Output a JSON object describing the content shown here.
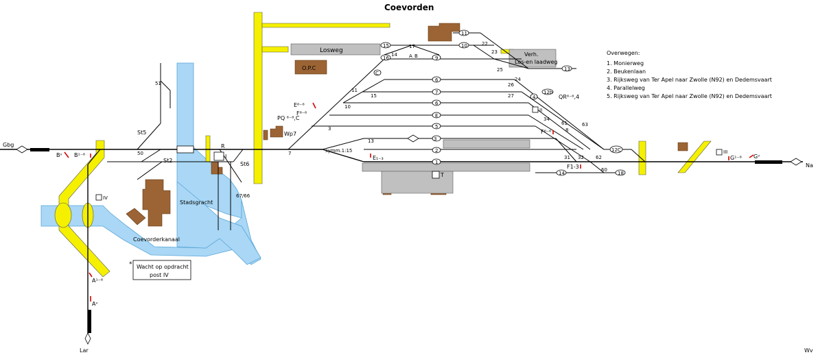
{
  "title": "Coevorden",
  "legend": {
    "heading": "Overwegen:",
    "items": [
      "1. Monierweg",
      "2. Beukenlaan",
      "3. Rijksweg van Ter Apel naar Zwolle (N92) en Dedemsvaart",
      "4. Parallelweg",
      "5. Rijksweg van Ter Apel naar Zwolle (N92) en Dedemsvaart"
    ]
  },
  "note": {
    "star": "*",
    "line1": "Wacht op opdracht",
    "line2": "post IV"
  },
  "places": {
    "gbg": "Gbg",
    "na": "Na",
    "lar": "Lar",
    "wv": "Wv",
    "stadsgracht": "Stadsgracht",
    "coevorderkanaal": "Coevorderkanaal",
    "losweg": "Losweg",
    "opc": "O.P.C",
    "verh_line1": "Verh.",
    "verh_line2": "Los-en laadweg"
  },
  "posts": {
    "st5": "St5",
    "st2": "St2",
    "st6": "St6",
    "wp7": "Wp7",
    "post_i": "I",
    "post_ii": "II",
    "post_iii": "III",
    "post_iv": "IV",
    "post_t": "T",
    "post_r": "R"
  },
  "signals": {
    "b_top": "Bᵛ",
    "b_main": "B¹⁻⁶",
    "a_main": "A¹⁻⁶",
    "a_far": "Aᵛ",
    "e_top": "E⁶⁻⁶",
    "e_low": "E₁₋₃",
    "f_top": "F⁶⁻⁶",
    "f_main": "F⁶⁻⁶",
    "f_low": "F1-3",
    "g_main": "G¹⁻⁶",
    "g_far": "Gᵛ",
    "qr": "QR⁶⁻⁶,4",
    "pq": "PQ ⁶⁻⁸,C",
    "symm": "symm.1:15"
  },
  "tracks": {
    "t1": "1",
    "t2": "2",
    "t3": "3",
    "t4": "4",
    "t5": "5",
    "t6": "6",
    "t7": "7",
    "t9": "9",
    "t10": "10",
    "t11": "11",
    "t12b": "12b",
    "t12c": "12C",
    "t13": "13",
    "t14": "14",
    "t15": "15",
    "t16": "16",
    "t18": "18",
    "tC": "C",
    "tE": "E"
  },
  "switch_numbers": {
    "s51": "51",
    "s50": "50",
    "s22": "22",
    "s17": "17",
    "s14": "14",
    "s23": "23",
    "s25": "25",
    "s24": "24",
    "s26": "26",
    "s27": "27",
    "s11": "11",
    "s15b": "15",
    "s10": "10",
    "s34": "34",
    "s61": "61",
    "s8": "8",
    "s63": "63",
    "s3": "3",
    "s7": "7",
    "s13": "13",
    "s31": "31",
    "s32": "32",
    "s62": "62",
    "s60": "60",
    "s67": "67/66",
    "sA": "A",
    "sB": "B"
  },
  "colors": {
    "water": "#a9d7f5",
    "road": "#f5f000",
    "building": "#9c6434",
    "platform": "#c0c0c0",
    "signal": "#d40000"
  }
}
